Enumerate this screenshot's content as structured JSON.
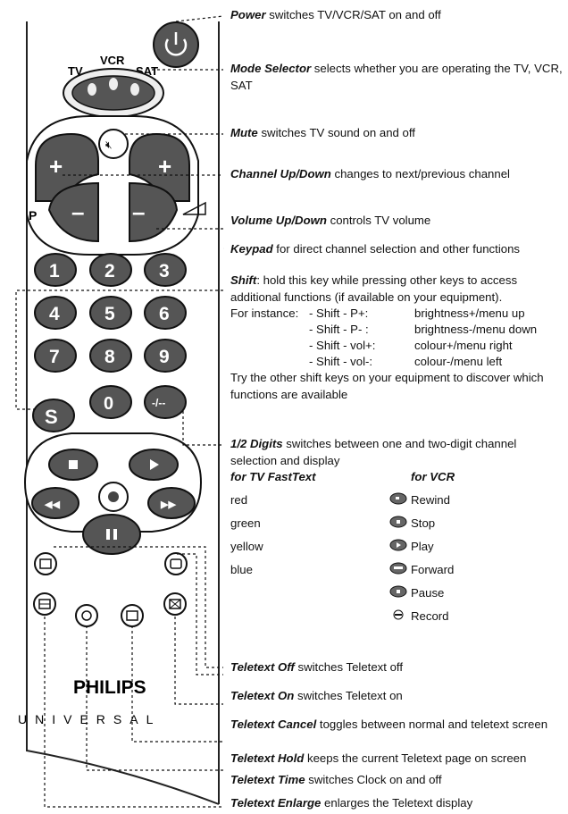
{
  "remote": {
    "mode_labels": [
      "TV",
      "VCR",
      "SAT"
    ],
    "p_label": "P",
    "keypad": [
      "1",
      "2",
      "3",
      "4",
      "5",
      "6",
      "7",
      "8",
      "9"
    ],
    "shift_key": "S",
    "zero_key": "0",
    "digits_key": "-/--",
    "brand": "PHILIPS",
    "sub_brand": "UNIVERSAL"
  },
  "descriptions": {
    "power": {
      "term": "Power",
      "text": " switches TV/VCR/SAT on and off"
    },
    "mode": {
      "term": "Mode Selector",
      "text": " selects whether you are operating the TV, VCR, SAT"
    },
    "mute": {
      "term": "Mute",
      "text": " switches TV sound on and off"
    },
    "channel": {
      "term": "Channel Up/Down",
      "text": " changes to next/previous channel"
    },
    "volume": {
      "term": "Volume Up/Down",
      "text": " controls TV volume"
    },
    "keypad": {
      "term": "Keypad",
      "text": " for direct channel selection and other functions"
    },
    "shift": {
      "term": "Shift",
      "text": ": hold this key while pressing other keys to access additional functions (if available on your equipment)."
    },
    "shift_examples_intro": "For instance: - Shift - P+:",
    "shift_examples": [
      {
        "key": "- Shift - P+:",
        "fn": "brightness+/menu up"
      },
      {
        "key": "- Shift - P- :",
        "fn": "brightness-/menu down"
      },
      {
        "key": "- Shift - vol+:",
        "fn": "colour+/menu right"
      },
      {
        "key": "- Shift - vol-:",
        "fn": "colour-/menu left"
      }
    ],
    "shift_examples_prefix": "For instance:",
    "shift_outro": "Try the other shift keys on your equipment to discover which functions are available",
    "digits": {
      "term": "1/2 Digits",
      "text": " switches between one and two-digit channel selection and display"
    },
    "fasttext_header": "for TV FastText",
    "vcr_header": "for VCR",
    "fasttext_colors": [
      "red",
      "green",
      "yellow",
      "blue"
    ],
    "vcr_functions": [
      "Rewind",
      "Stop",
      "Play",
      "Forward",
      "Pause",
      "Record"
    ],
    "teletext_off": {
      "term": "Teletext Off",
      "text": " switches Teletext off"
    },
    "teletext_on": {
      "term": "Teletext On",
      "text": " switches Teletext on"
    },
    "teletext_cancel": {
      "term": "Teletext Cancel",
      "text": " toggles between normal and teletext screen"
    },
    "teletext_hold": {
      "term": "Teletext Hold",
      "text": " keeps the current Teletext page on screen"
    },
    "teletext_time": {
      "term": "Teletext Time",
      "text": " switches Clock on and off"
    },
    "teletext_enlarge": {
      "term": "Teletext Enlarge",
      "text": " enlarges the Teletext display"
    }
  }
}
